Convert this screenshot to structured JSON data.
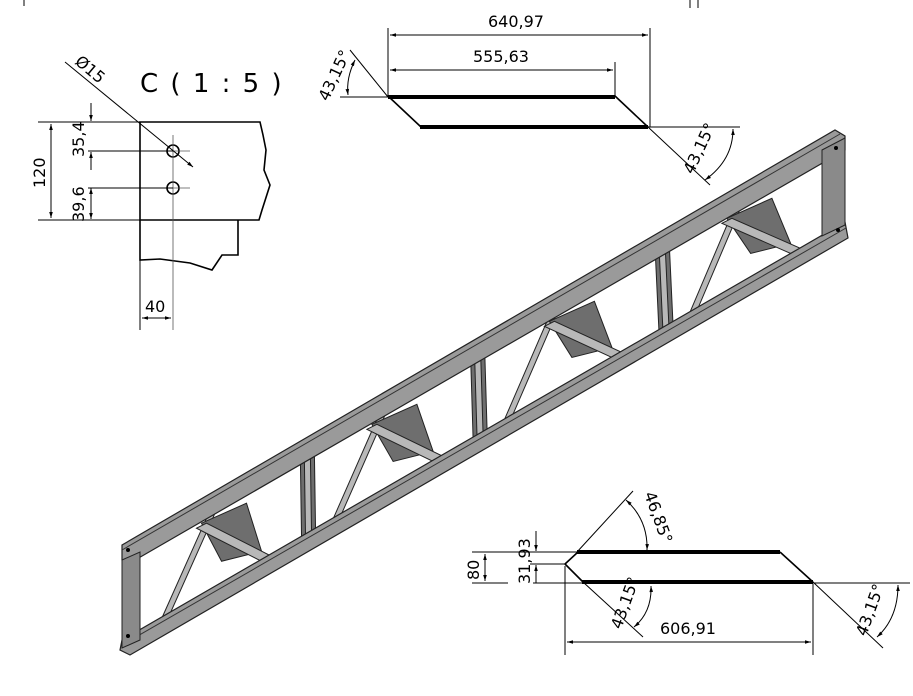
{
  "detail_view": {
    "title": "C ( 1 : 5 )",
    "hole_diameter": "Ø15",
    "height_total": "120",
    "hole_top_offset": "35,4",
    "hole_bottom_offset": "39,6",
    "hole_edge_offset": "40"
  },
  "top_section": {
    "overall_length": "640,97",
    "inner_length": "555,63",
    "angle_left": "43,15°",
    "angle_right": "43,15°"
  },
  "bottom_section": {
    "height": "80",
    "offset": "31,93",
    "length": "606,91",
    "angle_top": "46,85°",
    "angle_bottom_left": "43,15°",
    "angle_right": "43,15°"
  },
  "colors": {
    "line": "#000000",
    "steel_light": "#b8b8b8",
    "steel_dark": "#6e6e6e"
  }
}
